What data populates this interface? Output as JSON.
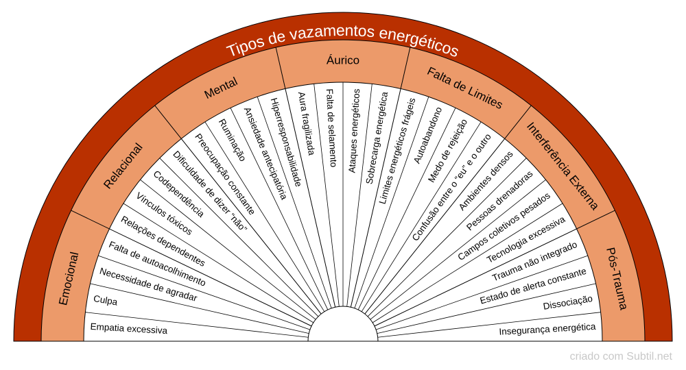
{
  "title": "Tipos de vazamentos energéticos",
  "watermark": "criado com Subtil.net",
  "colors": {
    "outer_ring": "#b93000",
    "category_band": "#ec9a6a",
    "items_bg": "#ffffff",
    "lines": "#000000",
    "title_text": "#ffffff"
  },
  "categories": [
    {
      "label": "Emocional",
      "items": [
        "Empatia excessiva",
        "Culpa",
        "Necessidade de agradar",
        "Falta de autoacolhimento"
      ]
    },
    {
      "label": "Relacional",
      "items": [
        "Relações dependentes",
        "Vínculos tóxicos",
        "Codependência",
        "Dificuldade de dizer “não”"
      ]
    },
    {
      "label": "Mental",
      "items": [
        "Preocupação constante",
        "Ruminação",
        "Ansiedade antecipatória",
        "Hiperresponsabilidade"
      ]
    },
    {
      "label": "Áurico",
      "items": [
        "Aura fragilizada",
        "Falta de selamento",
        "Ataques energéticos",
        "Sobrecarga energética"
      ]
    },
    {
      "label": "Falta de Limites",
      "items": [
        "Limites energéticos frágeis",
        "Autoabandono",
        "Medo de rejeição",
        "Confusão entre o “eu” e o outro"
      ]
    },
    {
      "label": "Interferência Externa",
      "items": [
        "Ambientes densos",
        "Pessoas drenadoras",
        "Campos coletivos pesados",
        "Tecnologia excessiva"
      ]
    },
    {
      "label": "Pós-Trauma",
      "items": [
        "Trauma não integrado",
        "Estado de alerta constante",
        "Dissociação",
        "Insegurança energética"
      ]
    }
  ]
}
